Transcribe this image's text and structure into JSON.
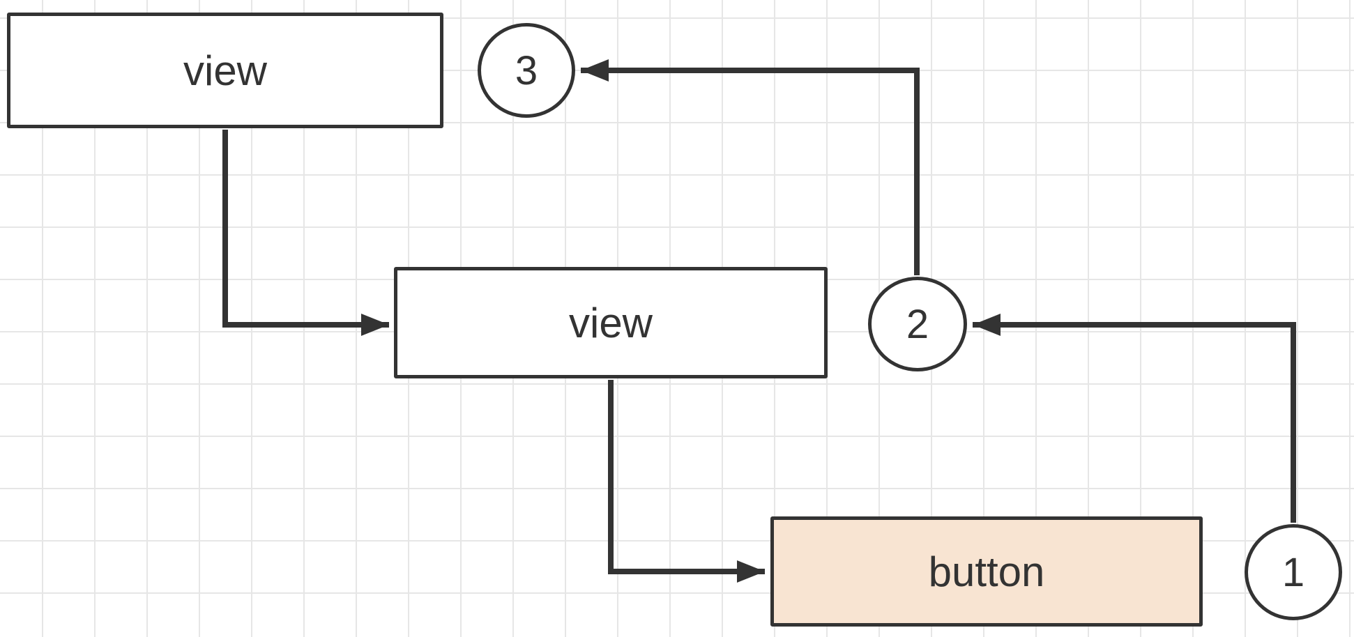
{
  "diagram": {
    "colors": {
      "stroke": "#333333",
      "grid": "#e6e6e6",
      "box_fill": "#ffffff",
      "button_fill": "#f8e4d2"
    },
    "nodes": {
      "view_top": {
        "label": "view"
      },
      "view_mid": {
        "label": "view"
      },
      "button": {
        "label": "button"
      }
    },
    "steps": {
      "one": {
        "label": "1"
      },
      "two": {
        "label": "2"
      },
      "three": {
        "label": "3"
      }
    },
    "edges": [
      {
        "from": "view_top",
        "to": "view_mid"
      },
      {
        "from": "view_mid",
        "to": "button"
      },
      {
        "from": "step_1",
        "to": "step_2"
      },
      {
        "from": "step_2",
        "to": "step_3"
      }
    ]
  }
}
